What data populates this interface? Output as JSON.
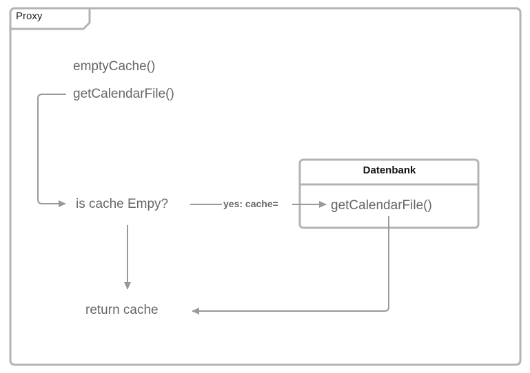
{
  "frame": {
    "label": "Proxy"
  },
  "nodes": {
    "empty_cache": "emptyCache()",
    "get_calendar_file": "getCalendarFile()",
    "is_cache_empty": "is cache Empy?",
    "return_cache": "return cache"
  },
  "database": {
    "title": "Datenbank",
    "method": "getCalendarFile()"
  },
  "edges": {
    "yes_label": "yes: cache="
  },
  "colors": {
    "frame_stroke": "#b3b3b3",
    "arrow": "#999999",
    "text": "#666666"
  }
}
